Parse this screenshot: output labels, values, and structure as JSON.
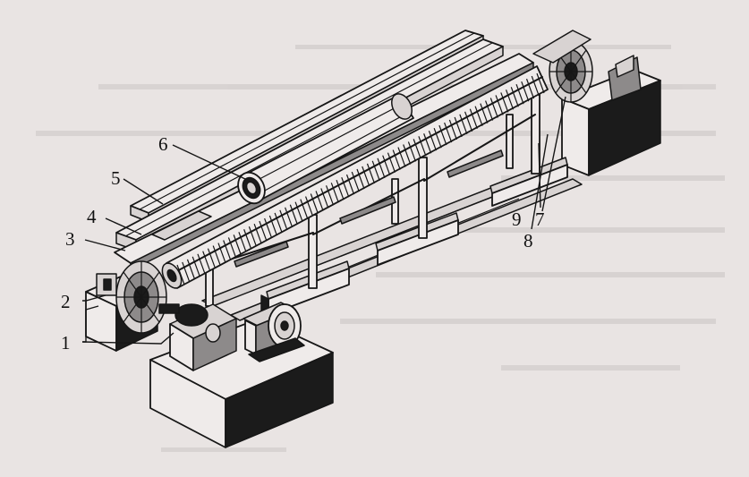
{
  "labels": {
    "l1": "1",
    "l2": "2",
    "l3": "3",
    "l4": "4",
    "l5": "5",
    "l6": "6",
    "l7": "7",
    "l8": "8",
    "l9": "9"
  },
  "colors": {
    "background": "#e9e4e3",
    "ink": "#161616",
    "shadow": "#1b1b1b"
  }
}
